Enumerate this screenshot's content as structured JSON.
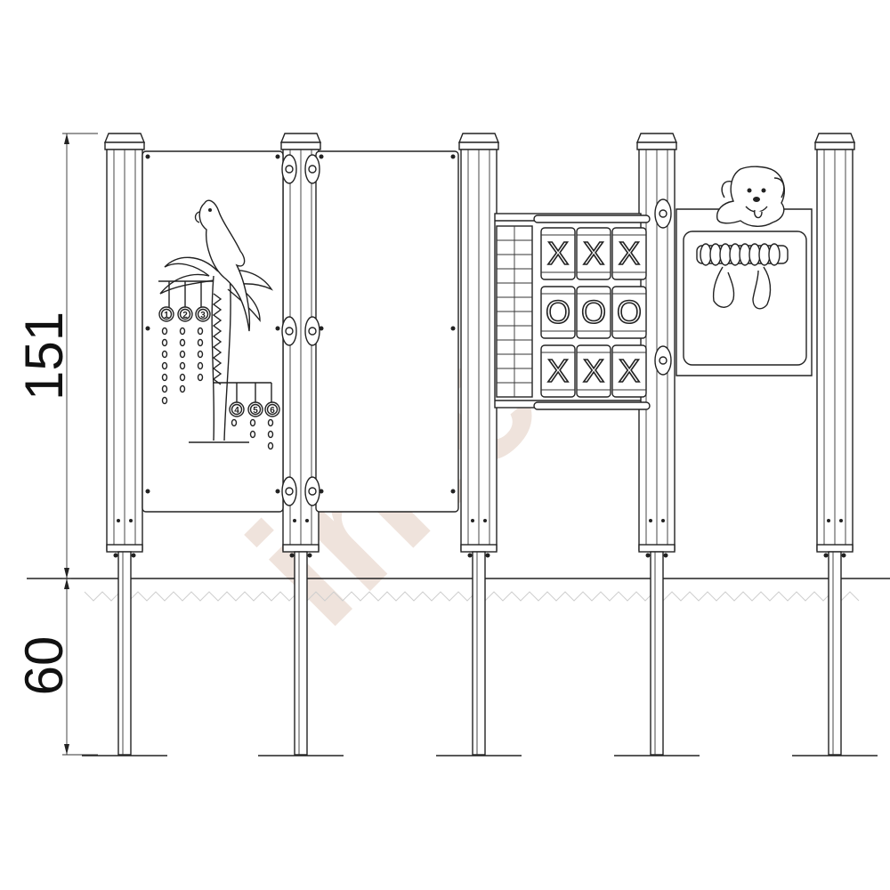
{
  "dimensions": {
    "above_ground": "151",
    "below_ground": "60"
  },
  "watermark": "inter",
  "abacus_numbers": [
    "1",
    "2",
    "3",
    "4",
    "5",
    "6"
  ],
  "tictactoe": {
    "rows": [
      [
        "X",
        "X",
        "X"
      ],
      [
        "O",
        "O",
        "O"
      ],
      [
        "X",
        "X",
        "X"
      ]
    ]
  },
  "colors": {
    "line": "#222222",
    "watermark": "#efe3dc",
    "ground": "#cfcfcf"
  }
}
